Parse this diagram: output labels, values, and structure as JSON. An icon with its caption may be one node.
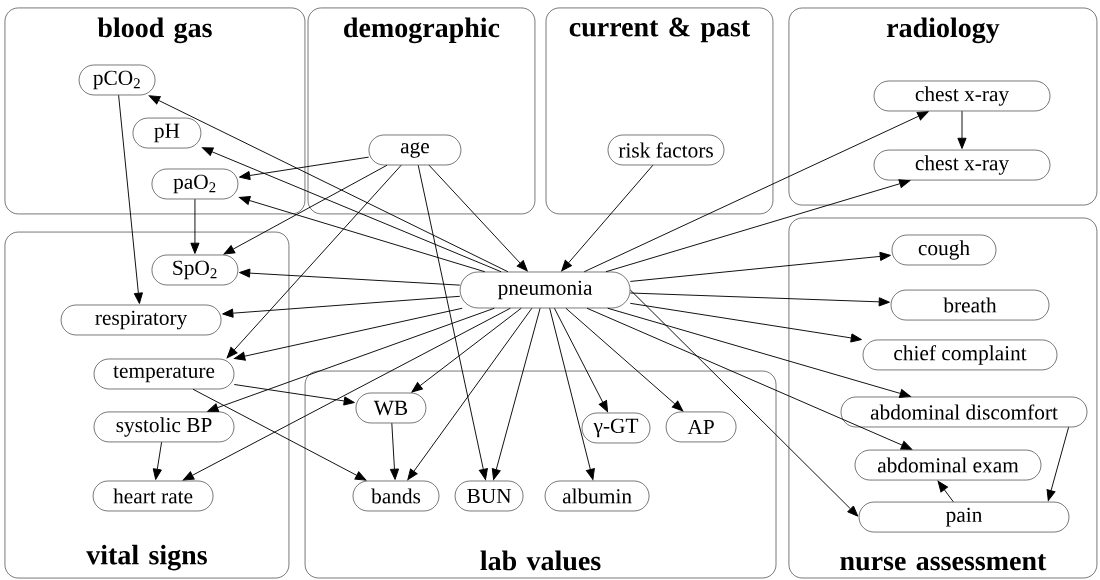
{
  "diagram": {
    "nodes": [
      {
        "text": [
          "blood gas"
        ]
      },
      {
        "text": [
          "demographic"
        ]
      },
      {
        "text": [
          "current & past"
        ]
      },
      {
        "text": [
          "radiology"
        ]
      },
      {
        "text": [
          "vital signs"
        ]
      },
      {
        "text": [
          "lab values"
        ]
      },
      {
        "text": [
          "nurse assessment"
        ]
      },
      {
        "text": [
          "pCO$_{2}$"
        ],
        "in": 0
      },
      {
        "text": [
          "pH"
        ],
        "in": 0
      },
      {
        "text": [
          "paO$_{2}$"
        ],
        "in": 0
      },
      {
        "text": [
          "SpO$_{2}$"
        ],
        "in": 4
      },
      {
        "text": [
          "respiratory"
        ],
        "in": 4
      },
      {
        "text": [
          "temperature"
        ],
        "in": 4
      },
      {
        "text": [
          "systolic BP"
        ],
        "in": 4
      },
      {
        "text": [
          "heart rate"
        ],
        "in": 4
      },
      {
        "text": [
          "age"
        ],
        "in": 1
      },
      {
        "text": [
          "risk factors"
        ],
        "in": 2
      },
      {
        "text": [
          "chest x-ray"
        ],
        "in": 3
      },
      {
        "text": [
          "chest x-ray"
        ],
        "in": 3
      },
      {
        "text": [
          "pneumonia"
        ]
      },
      {
        "text": [
          "cough"
        ],
        "in": 6
      },
      {
        "text": [
          "breath"
        ],
        "in": 6
      },
      {
        "text": [
          "chief complaint"
        ],
        "in": 6
      },
      {
        "text": [
          "abdominal discomfort"
        ],
        "in": 6
      },
      {
        "text": [
          "abdominal exam"
        ],
        "in": 6
      },
      {
        "text": [
          "pain"
        ],
        "in": 6
      },
      {
        "text": [
          "WB"
        ],
        "in": 5
      },
      {
        "text": [
          "bands"
        ],
        "in": 5
      },
      {
        "text": [
          "BUN"
        ],
        "in": 5
      },
      {
        "text": [
          "albumin"
        ],
        "in": 5
      },
      {
        "text": [
          "γ-GT"
        ],
        "in": 5
      },
      {
        "text": [
          "AP"
        ],
        "in": 5
      }
    ],
    "edges": [
      {
        "from": 7,
        "to": 11,
        "arrow": "to"
      },
      {
        "from": 9,
        "to": 10,
        "arrow": "to"
      },
      {
        "from": 13,
        "to": 14,
        "arrow": "to"
      },
      {
        "from": 17,
        "to": 18,
        "arrow": "to"
      },
      {
        "from": 16,
        "to": 19,
        "arrow": "to"
      },
      {
        "from": 15,
        "to": 19,
        "arrow": "to"
      },
      {
        "from": 15,
        "to": 9,
        "arrow": "to"
      },
      {
        "from": 15,
        "to": 10,
        "arrow": "to"
      },
      {
        "from": 15,
        "to": 12,
        "arrow": "to"
      },
      {
        "from": 15,
        "to": 28,
        "arrow": "to"
      },
      {
        "from": 19,
        "to": 7,
        "arrow": "to"
      },
      {
        "from": 19,
        "to": 8,
        "arrow": "to"
      },
      {
        "from": 19,
        "to": 9,
        "arrow": "to"
      },
      {
        "from": 19,
        "to": 10,
        "arrow": "to"
      },
      {
        "from": 19,
        "to": 11,
        "arrow": "to"
      },
      {
        "from": 19,
        "to": 12,
        "arrow": "to"
      },
      {
        "from": 19,
        "to": 13,
        "arrow": "to"
      },
      {
        "from": 19,
        "to": 14,
        "arrow": "to"
      },
      {
        "from": 19,
        "to": 26,
        "arrow": "to"
      },
      {
        "from": 19,
        "to": 27,
        "arrow": "to"
      },
      {
        "from": 19,
        "to": 28,
        "arrow": "to"
      },
      {
        "from": 19,
        "to": 29,
        "arrow": "to"
      },
      {
        "from": 19,
        "to": 30,
        "arrow": "to"
      },
      {
        "from": 19,
        "to": 31,
        "arrow": "to"
      },
      {
        "from": 19,
        "to": 17,
        "arrow": "to"
      },
      {
        "from": 19,
        "to": 18,
        "arrow": "to"
      },
      {
        "from": 19,
        "to": 20,
        "arrow": "to"
      },
      {
        "from": 19,
        "to": 21,
        "arrow": "to"
      },
      {
        "from": 19,
        "to": 22,
        "arrow": "to"
      },
      {
        "from": 19,
        "to": 23,
        "arrow": "to"
      },
      {
        "from": 19,
        "to": 24,
        "arrow": "to"
      },
      {
        "from": 19,
        "to": 25,
        "arrow": "to"
      },
      {
        "from": 12,
        "to": 26,
        "arrow": "to"
      },
      {
        "from": 12,
        "to": 27,
        "arrow": "to"
      },
      {
        "from": 26,
        "to": 27,
        "arrow": "to"
      },
      {
        "from": 23,
        "to": 25,
        "arrow": "to"
      },
      {
        "from": 25,
        "to": 24,
        "arrow": "to"
      }
    ]
  }
}
